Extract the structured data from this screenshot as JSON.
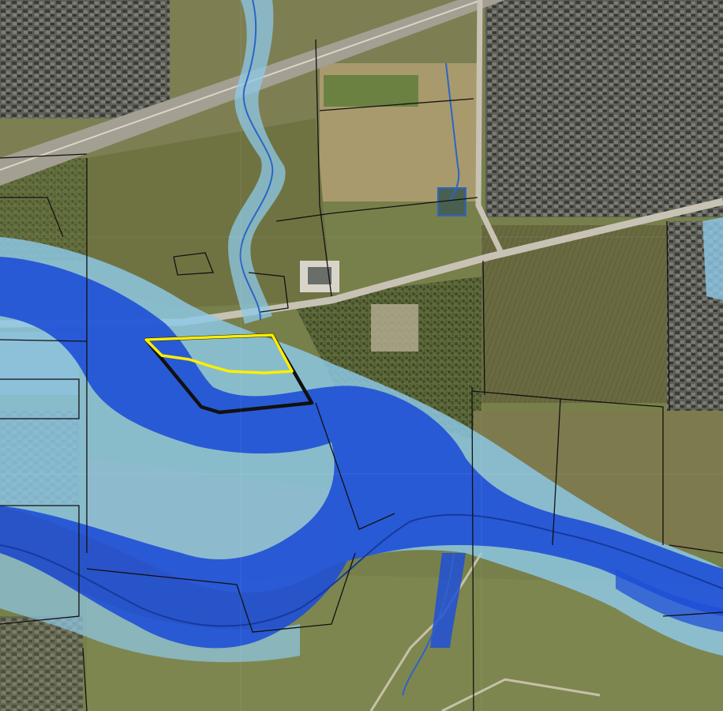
{
  "map": {
    "type": "aerial flood-zone map",
    "colors": {
      "floodway": "#1f4fd6",
      "floodplain": "#8ec9e8",
      "farmland": "#8a7a55",
      "grass": "#6f7c43",
      "woodland": "#4e5a33",
      "parcel_line": "#111111",
      "subject_parcel_outline": "#111111",
      "highlight_outline": "#ffee00",
      "road": "#c8c2b5",
      "stream": "#2d64c8"
    },
    "layers": [
      "aerial-imagery",
      "floodplain",
      "floodway",
      "parcel-boundaries",
      "subject-parcel",
      "highlight-area",
      "roads",
      "streams"
    ],
    "road_labels": [
      {
        "label": "",
        "name": "frontage-road"
      },
      {
        "label": "",
        "name": "cross-road"
      }
    ]
  }
}
